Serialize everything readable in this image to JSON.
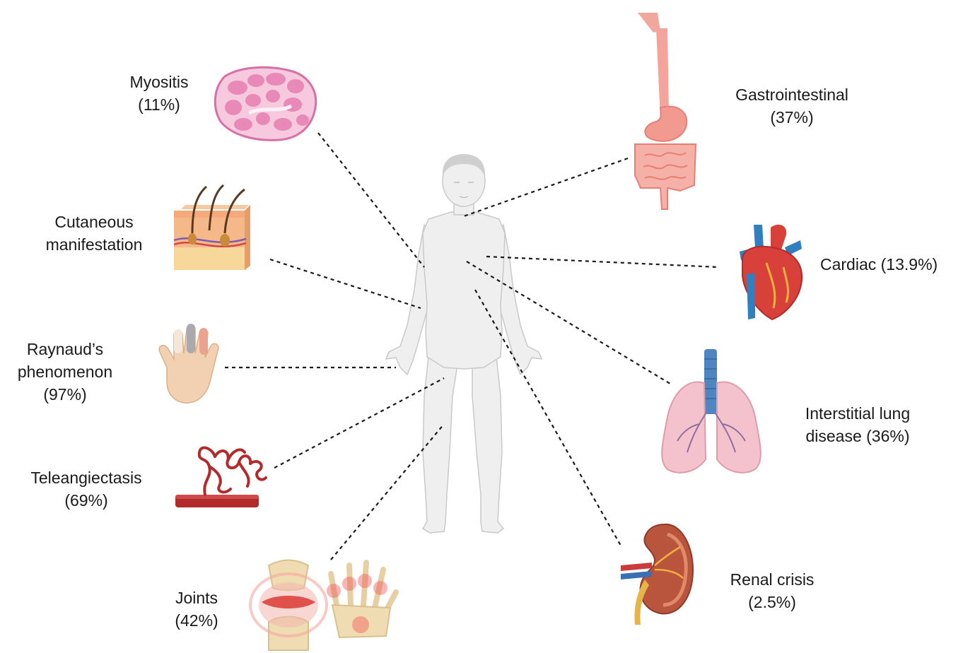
{
  "labels": {
    "myositis": {
      "name": "Myositis",
      "value": "(11%)"
    },
    "cutaneous": {
      "line1": "Cutaneous",
      "line2": "manifestation"
    },
    "raynaud": {
      "line1": "Raynaud’s",
      "line2": "phenomenon",
      "value": "(97%)"
    },
    "telangiectasis": {
      "name": "Teleangiectasis",
      "value": "(69%)"
    },
    "joints": {
      "name": "Joints",
      "value": "(42%)"
    },
    "gastro": {
      "name": "Gastrointestinal",
      "value": "(37%)"
    },
    "cardiac": {
      "text": "Cardiac (13.9%)"
    },
    "ild": {
      "line1": "Interstitial lung",
      "line2": "disease (36%)"
    },
    "renal": {
      "name": "Renal crisis",
      "value": "(2.5%)"
    }
  },
  "colors": {
    "body_fill": "#efefef",
    "body_stroke": "#c9c9c9",
    "connector": "#1a1a1a",
    "muscle": "#e889b8",
    "skin": "#f2b27a",
    "gi": "#f29a90",
    "heart": "#d8413a",
    "lung": "#f4c2cc",
    "kidney": "#b9543d",
    "vessel": "#b22a2a",
    "bone": "#efdcb2"
  },
  "icons": [
    "muscle-tissue-icon",
    "skin-layers-icon",
    "hand-icon",
    "blood-vessel-icon",
    "knee-joint-icon",
    "hand-joints-icon",
    "digestive-tract-icon",
    "heart-icon",
    "lungs-icon",
    "kidney-icon"
  ]
}
